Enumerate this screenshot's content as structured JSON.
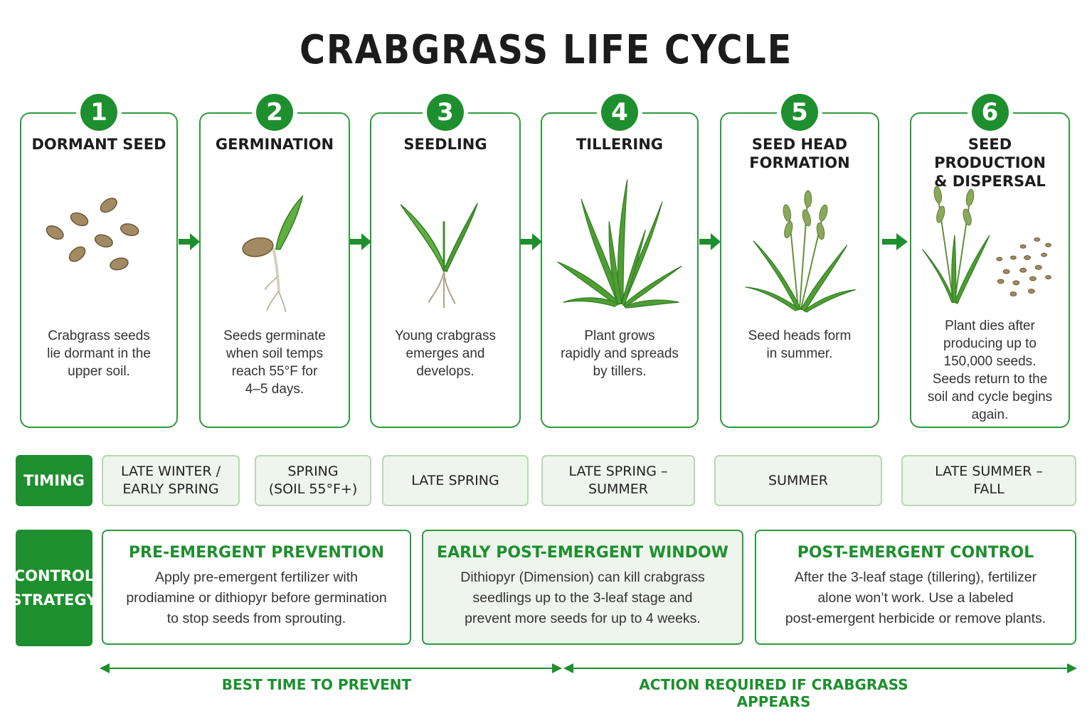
{
  "title": "CRABGRASS LIFE CYCLE",
  "stages": [
    {
      "number": "1",
      "title": "DORMANT SEED",
      "description": "Crabgrass seeds\nlie dormant in the\nupper soil."
    },
    {
      "number": "2",
      "title": "GERMINATION",
      "description": "Seeds germinate\nwhen soil temps\nreach 55°F for\n4–5 days."
    },
    {
      "number": "3",
      "title": "SEEDLING",
      "description": "Young crabgrass\nemerges and\ndevelops."
    },
    {
      "number": "4",
      "title": "TILLERING",
      "description": "Plant grows\nrapidly and spreads\nby tillers."
    },
    {
      "number": "5",
      "title": "SEED HEAD\nFORMATION",
      "description": "Seed heads form\nin summer."
    },
    {
      "number": "6",
      "title": "SEED PRODUCTION\n& DISPERSAL",
      "description": "Plant dies after\nproducing up to\n150,000 seeds.\nSeeds return to the\nsoil and cycle begins\nagain."
    }
  ],
  "timing": {
    "label": "TIMING",
    "items": [
      "LATE WINTER /\nEARLY SPRING",
      "SPRING\n(SOIL 55°F+)",
      "LATE SPRING",
      "LATE SPRING –\nSUMMER",
      "SUMMER",
      "LATE SUMMER –\nFALL"
    ]
  },
  "strategy": {
    "label": "CONTROL\nSTRATEGY",
    "items": [
      {
        "title": "PRE-EMERGENT PREVENTION",
        "description": "Apply pre-emergent fertilizer with\nprodiamine or dithiopyr before germination\nto stop seeds from sprouting."
      },
      {
        "title": "EARLY POST-EMERGENT WINDOW",
        "description": "Dithiopyr (Dimension) can kill crabgrass\nseedlings up to the 3-leaf stage and\nprevent more seeds for up to 4 weeks."
      },
      {
        "title": "POST-EMERGENT CONTROL",
        "description": "After the 3-leaf stage (tillering), fertilizer\nalone won’t work. Use a labeled\npost-emergent herbicide or remove plants."
      }
    ]
  },
  "bottom": {
    "prevent_label": "BEST TIME TO PREVENT",
    "action_label": "ACTION REQUIRED IF CRABGRASS APPEARS"
  },
  "colors": {
    "accent": "#1e8f2e",
    "light": "#eef5ec",
    "border": "#2d9b3a"
  }
}
